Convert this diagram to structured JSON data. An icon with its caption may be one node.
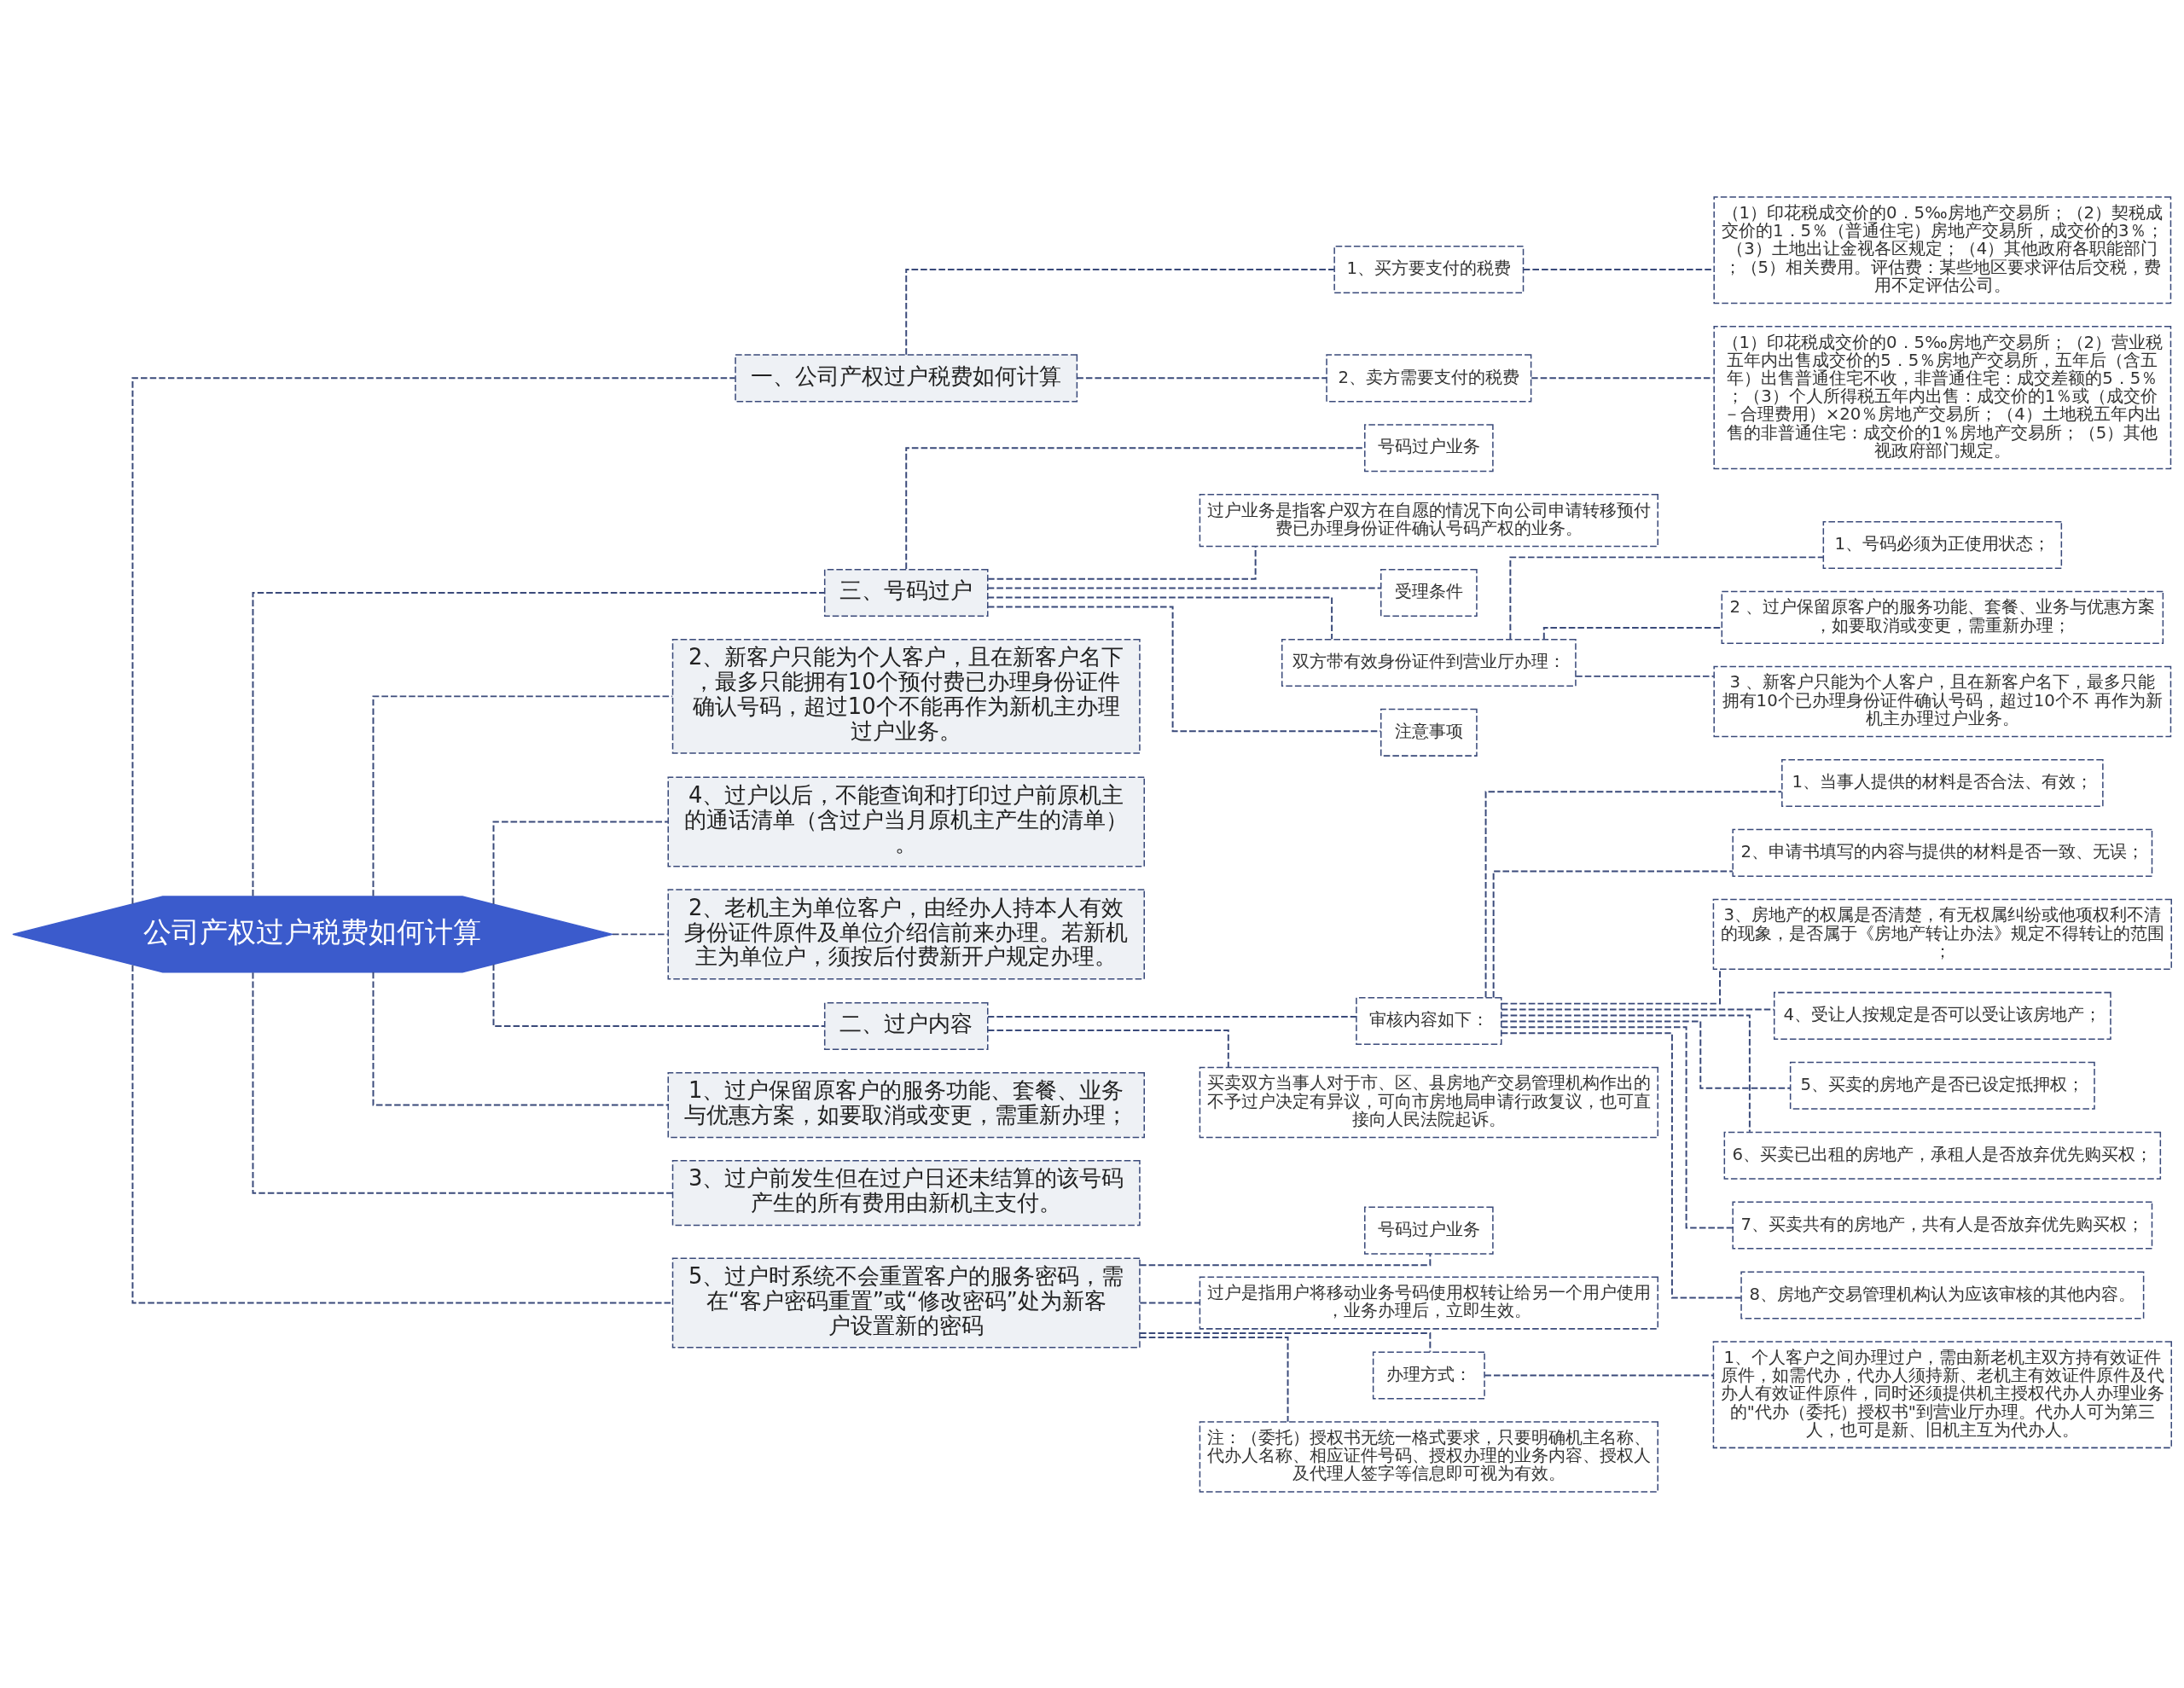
{
  "diagram": {
    "nodes": [
      {
        "text": [
          "公司产权过户税费如何计算"
        ]
      },
      {
        "text": [
          "一、公司产权过户税费如何计算"
        ]
      },
      {
        "text": [
          "1、买方要支付的税费"
        ]
      },
      {
        "text": [
          "（1）印花税成交价的0．5‰房地产交易所；（2）契税成交价的1．5％（普通住宅）房地产交易所，成交价的3％；（3）土地出让金视各区规定；（4）其他政府各职能部门；（5）相关费用。评估费：某些地区要求评估后交税，费用不定评估公司。"
        ]
      },
      {
        "text": [
          "2、卖方需要支付的税费"
        ]
      },
      {
        "text": [
          "（1）印花税成交价的0．5‰房地产交易所；（2）营业税五年内出售成交价的5．5％房地产交易所，五年后（含五年）出售普通住宅不收，非普通住宅：成交差额的5．5％；（3）个人所得税五年内出售：成交价的1％或（成交价－合理费用）×20％房地产交易所；（4）土地税五年内出售的非普通住宅：成交价的1％房地产交易所；（5）其他视政府部门规定。"
        ]
      },
      {
        "text": [
          "三、号码过户"
        ]
      },
      {
        "text": [
          "号码过户业务"
        ]
      },
      {
        "text": [
          "过户业务是指客户双方在自愿的情况下向公司申请转移预付费已办理身份证件确认号码产权的业务。"
        ]
      },
      {
        "text": [
          "受理条件"
        ]
      },
      {
        "text": [
          "双方带有效身份证件到营业厅办理："
        ]
      },
      {
        "text": [
          "1、号码必须为正使用状态；"
        ]
      },
      {
        "text": [
          "2 、过户保留原客户的服务功能、套餐、业务与优惠方案，如要取消或变更，需重新办理；"
        ]
      },
      {
        "text": [
          "3 、新客户只能为个人客户，且在新客户名下，最多只能拥有10个已办理身份证件确认号码，超过10个不 再作为新机主办理过户业务。"
        ]
      },
      {
        "text": [
          "注意事项"
        ]
      },
      {
        "text": [
          "2、新客户只能为个人客户，且在新客户名下，最多只能拥有10个预付费已办理身份证件确认号码，超过10个不能再作为新机主办理过户业务。"
        ]
      },
      {
        "text": [
          "4、过户以后，不能查询和打印过户前原机主的通话清单（含过户当月原机主产生的清单）。"
        ]
      },
      {
        "text": [
          "2、老机主为单位客户，由经办人持本人有效身份证件原件及单位介绍信前来办理。若新机主为单位户，须按后付费新开户规定办理。"
        ]
      },
      {
        "text": [
          "二、过户内容"
        ]
      },
      {
        "text": [
          "审核内容如下："
        ]
      },
      {
        "text": [
          "1、当事人提供的材料是否合法、有效；"
        ]
      },
      {
        "text": [
          "2、申请书填写的内容与提供的材料是否一致、无误；"
        ]
      },
      {
        "text": [
          "3、房地产的权属是否清楚，有无权属纠纷或他项权利不清的现象，是否属于《房地产转让办法》规定不得转让的范围；"
        ]
      },
      {
        "text": [
          "4、受让人按规定是否可以受让该房地产；"
        ]
      },
      {
        "text": [
          "5、买卖的房地产是否已设定抵押权；"
        ]
      },
      {
        "text": [
          "6、买卖已出租的房地产，承租人是否放弃优先购买权；"
        ]
      },
      {
        "text": [
          "7、买卖共有的房地产，共有人是否放弃优先购买权；"
        ]
      },
      {
        "text": [
          "8、房地产交易管理机构认为应该审核的其他内容。"
        ]
      },
      {
        "text": [
          "买卖双方当事人对于市、区、县房地产交易管理机构作出的不予过户决定有异议，可向市房地局申请行政复议，也可直接向人民法院起诉。"
        ]
      },
      {
        "text": [
          "1、过户保留原客户的服务功能、套餐、业务与优惠方案，如要取消或变更，需重新办理；"
        ]
      },
      {
        "text": [
          "3、过户前发生但在过户日还未结算的该号码产生的所有费用由新机主支付。"
        ]
      },
      {
        "text": [
          "5、过户时系统不会重置客户的服务密码，需在“客户密码重置”或“修改密码”处为新客户设置新的密码"
        ]
      },
      {
        "text": [
          "号码过户业务"
        ]
      },
      {
        "text": [
          "过户是指用户将移动业务号码使用权转让给另一个用户使用，业务办理后，立即生效。"
        ]
      },
      {
        "text": [
          "办理方式："
        ]
      },
      {
        "text": [
          "1、个人客户之间办理过户，需由新老机主双方持有效证件原件，如需代办，代办人须持新、老机主有效证件原件及代办人有效证件原件，同时还须提供机主授权代办人办理业务的\"代办（委托）授权书\"到营业厅办理。代办人可为第三人，也可是新、旧机主互为代办人。"
        ]
      },
      {
        "text": [
          "注：（委托）授权书无统一格式要求，只要明确机主名称、代办人名称、相应证件号码、授权办理的业务内容、授权人及代理人签字等信息即可视为有效。"
        ]
      }
    ],
    "edges": [
      {
        "from": 0,
        "to": 1,
        "arrow": "none",
        "style": "dashed"
      },
      {
        "from": 1,
        "to": 2,
        "arrow": "none",
        "style": "dashed"
      },
      {
        "from": 2,
        "to": 3,
        "arrow": "none",
        "style": "dashed"
      },
      {
        "from": 1,
        "to": 4,
        "arrow": "none",
        "style": "dashed"
      },
      {
        "from": 4,
        "to": 5,
        "arrow": "none",
        "style": "dashed"
      },
      {
        "from": 0,
        "to": 6,
        "arrow": "none",
        "style": "dashed"
      },
      {
        "from": 6,
        "to": 7,
        "arrow": "none",
        "style": "dashed"
      },
      {
        "from": 6,
        "to": 8,
        "arrow": "none",
        "style": "dashed"
      },
      {
        "from": 6,
        "to": 9,
        "arrow": "none",
        "style": "dashed"
      },
      {
        "from": 6,
        "to": 10,
        "arrow": "none",
        "style": "dashed"
      },
      {
        "from": 10,
        "to": 11,
        "arrow": "none",
        "style": "dashed"
      },
      {
        "from": 10,
        "to": 12,
        "arrow": "none",
        "style": "dashed"
      },
      {
        "from": 10,
        "to": 13,
        "arrow": "none",
        "style": "dashed"
      },
      {
        "from": 6,
        "to": 14,
        "arrow": "none",
        "style": "dashed"
      },
      {
        "from": 0,
        "to": 15,
        "arrow": "none",
        "style": "dashed"
      },
      {
        "from": 0,
        "to": 16,
        "arrow": "none",
        "style": "dashed"
      },
      {
        "from": 0,
        "to": 17,
        "arrow": "none",
        "style": "dashed"
      },
      {
        "from": 0,
        "to": 18,
        "arrow": "none",
        "style": "dashed"
      },
      {
        "from": 18,
        "to": 19,
        "arrow": "none",
        "style": "dashed"
      },
      {
        "from": 19,
        "to": 20,
        "arrow": "none",
        "style": "dashed"
      },
      {
        "from": 19,
        "to": 21,
        "arrow": "none",
        "style": "dashed"
      },
      {
        "from": 19,
        "to": 22,
        "arrow": "none",
        "style": "dashed"
      },
      {
        "from": 19,
        "to": 23,
        "arrow": "none",
        "style": "dashed"
      },
      {
        "from": 19,
        "to": 24,
        "arrow": "none",
        "style": "dashed"
      },
      {
        "from": 19,
        "to": 25,
        "arrow": "none",
        "style": "dashed"
      },
      {
        "from": 19,
        "to": 26,
        "arrow": "none",
        "style": "dashed"
      },
      {
        "from": 19,
        "to": 27,
        "arrow": "none",
        "style": "dashed"
      },
      {
        "from": 18,
        "to": 28,
        "arrow": "none",
        "style": "dashed"
      },
      {
        "from": 0,
        "to": 29,
        "arrow": "none",
        "style": "dashed"
      },
      {
        "from": 0,
        "to": 30,
        "arrow": "none",
        "style": "dashed"
      },
      {
        "from": 0,
        "to": 31,
        "arrow": "none",
        "style": "dashed"
      },
      {
        "from": 31,
        "to": 32,
        "arrow": "none",
        "style": "dashed"
      },
      {
        "from": 31,
        "to": 33,
        "arrow": "none",
        "style": "dashed"
      },
      {
        "from": 31,
        "to": 34,
        "arrow": "none",
        "style": "dashed"
      },
      {
        "from": 34,
        "to": 35,
        "arrow": "none",
        "style": "dashed"
      },
      {
        "from": 31,
        "to": 36,
        "arrow": "none",
        "style": "dashed"
      }
    ]
  }
}
